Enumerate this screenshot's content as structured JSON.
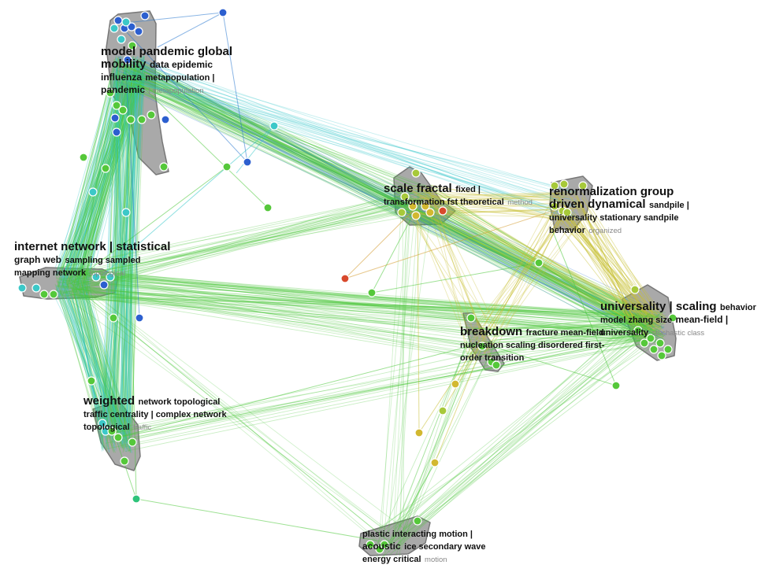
{
  "clusters": [
    {
      "id": "pandemic",
      "label_lines": [
        [
          {
            "t": "model",
            "s": "big"
          },
          {
            "t": "pandemic global",
            "s": "big"
          }
        ],
        [
          {
            "t": "mobility",
            "s": "big"
          },
          {
            "t": "data epidemic",
            "s": "med"
          }
        ],
        [
          {
            "t": "influenza",
            "s": "med"
          },
          {
            "t": "metapopulation |",
            "s": "sml"
          }
        ],
        [
          {
            "t": "pandemic",
            "s": "med"
          },
          {
            "t": "| metapopulation",
            "s": "faint"
          }
        ]
      ]
    },
    {
      "id": "internet",
      "label_lines": [
        [
          {
            "t": "internet network | statistical",
            "s": "big"
          }
        ],
        [
          {
            "t": "graph web",
            "s": "med"
          },
          {
            "t": "sampling sampled",
            "s": "sml"
          }
        ],
        [
          {
            "t": "mapping network",
            "s": "sml"
          },
          {
            "t": "topological",
            "s": "faint"
          }
        ]
      ]
    },
    {
      "id": "weighted",
      "label_lines": [
        [
          {
            "t": "weighted",
            "s": "big"
          },
          {
            "t": "network topological",
            "s": "sml"
          }
        ],
        [
          {
            "t": "traffic centrality | complex network",
            "s": "sml"
          }
        ],
        [
          {
            "t": "topological",
            "s": "sml"
          },
          {
            "t": "traffic",
            "s": "faint"
          }
        ]
      ]
    },
    {
      "id": "scale",
      "label_lines": [
        [
          {
            "t": "scale fractal",
            "s": "big"
          },
          {
            "t": "fixed |",
            "s": "sml"
          }
        ],
        [
          {
            "t": "transformation fst theoretical",
            "s": "sml"
          },
          {
            "t": "method",
            "s": "faint"
          }
        ]
      ]
    },
    {
      "id": "renorm",
      "label_lines": [
        [
          {
            "t": "renormalization group",
            "s": "big"
          }
        ],
        [
          {
            "t": "driven dynamical",
            "s": "big"
          },
          {
            "t": "sandpile |",
            "s": "sml"
          }
        ],
        [
          {
            "t": "universality stationary sandpile",
            "s": "sml"
          }
        ],
        [
          {
            "t": "behavior",
            "s": "sml"
          },
          {
            "t": "organized",
            "s": "faint"
          }
        ]
      ]
    },
    {
      "id": "universality",
      "label_lines": [
        [
          {
            "t": "universality | scaling",
            "s": "big"
          },
          {
            "t": "behavior",
            "s": "sml"
          }
        ],
        [
          {
            "t": "model zhang size",
            "s": "sml"
          },
          {
            "t": "mean-field |",
            "s": "med"
          }
        ],
        [
          {
            "t": "universality",
            "s": "sml"
          },
          {
            "t": "stochastic class",
            "s": "faint"
          }
        ]
      ]
    },
    {
      "id": "breakdown",
      "label_lines": [
        [
          {
            "t": "breakdown",
            "s": "big"
          },
          {
            "t": "fracture mean-field",
            "s": "sml"
          }
        ],
        [
          {
            "t": "nucleation scaling disordered first-",
            "s": "sml"
          }
        ],
        [
          {
            "t": "order transition",
            "s": "sml"
          }
        ]
      ]
    },
    {
      "id": "plastic",
      "label_lines": [
        [
          {
            "t": "plastic interacting motion |",
            "s": "sml"
          }
        ],
        [
          {
            "t": "acoustic",
            "s": "med"
          },
          {
            "t": "ice secondary wave",
            "s": "sml"
          }
        ],
        [
          {
            "t": "energy critical",
            "s": "sml"
          },
          {
            "t": "motion",
            "s": "faint"
          }
        ]
      ]
    }
  ],
  "colors": {
    "hull": "#8c8c8c",
    "node_blue": "#2c5fcf",
    "node_cyan": "#3cc8c8",
    "node_green": "#55c83a",
    "node_teal": "#2ec47a",
    "node_yellowgreen": "#a7c93a",
    "node_yellow": "#d2b830",
    "node_red": "#d8492c",
    "edge_blue": "#2a78d0",
    "edge_cyan": "#33c7c9",
    "edge_green": "#4cc83a",
    "edge_yellow": "#c8c035",
    "edge_orange": "#d49a2e"
  }
}
